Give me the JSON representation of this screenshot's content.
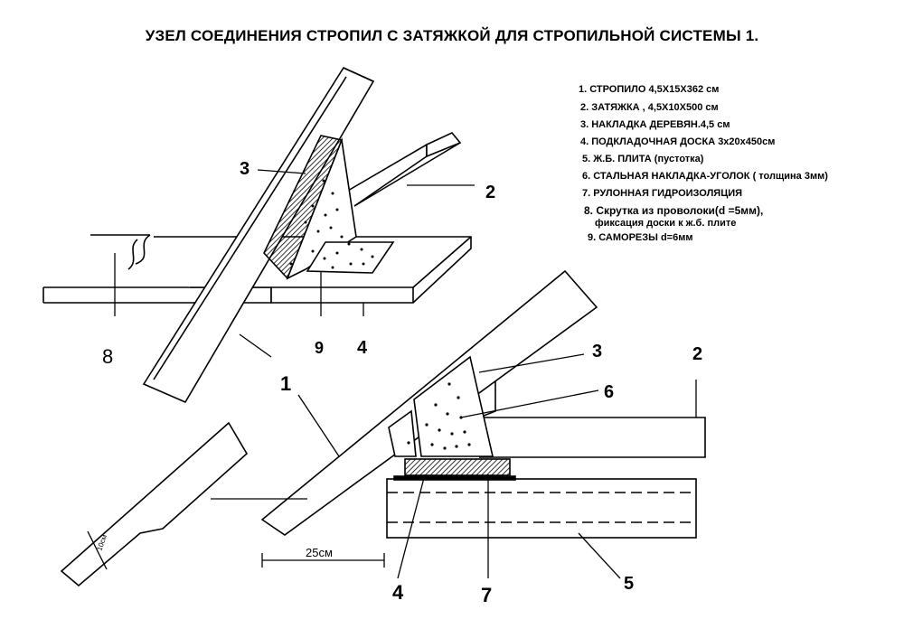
{
  "title": "УЗЕЛ СОЕДИНЕНИЯ СТРОПИЛ С ЗАТЯЖКОЙ ДЛЯ СТРОПИЛЬНОЙ СИСТЕМЫ 1.",
  "legend": [
    "1. СТРОПИЛО 4,5Х15Х362 см",
    "2. ЗАТЯЖКА , 4,5Х10Х500 см",
    "3. НАКЛАДКА ДЕРЕВЯН.4,5 см",
    "4. ПОДКЛАДОЧНАЯ ДОСКА 3х20х450см",
    "5. Ж.Б. ПЛИТА (пустотка)",
    "6. СТАЛЬНАЯ НАКЛАДКА-УГОЛОК ( толщина 3мм)",
    "7. РУЛОННАЯ ГИДРОИЗОЛЯЦИЯ",
    "8.  Скрутка из проволоки(d =5мм),",
    "фиксация доски к ж.б. плите",
    "9. САМОРЕЗЫ d=6мм"
  ],
  "callouts": {
    "top_3": "3",
    "top_2": "2",
    "top_9": "9",
    "top_4": "4",
    "top_8": "8",
    "top_1": "1",
    "bot_3": "3",
    "bot_2": "2",
    "bot_6": "6",
    "bot_4": "4",
    "bot_7": "7",
    "bot_5": "5"
  },
  "dimensions": {
    "offset": "25см",
    "notch": "10см"
  }
}
